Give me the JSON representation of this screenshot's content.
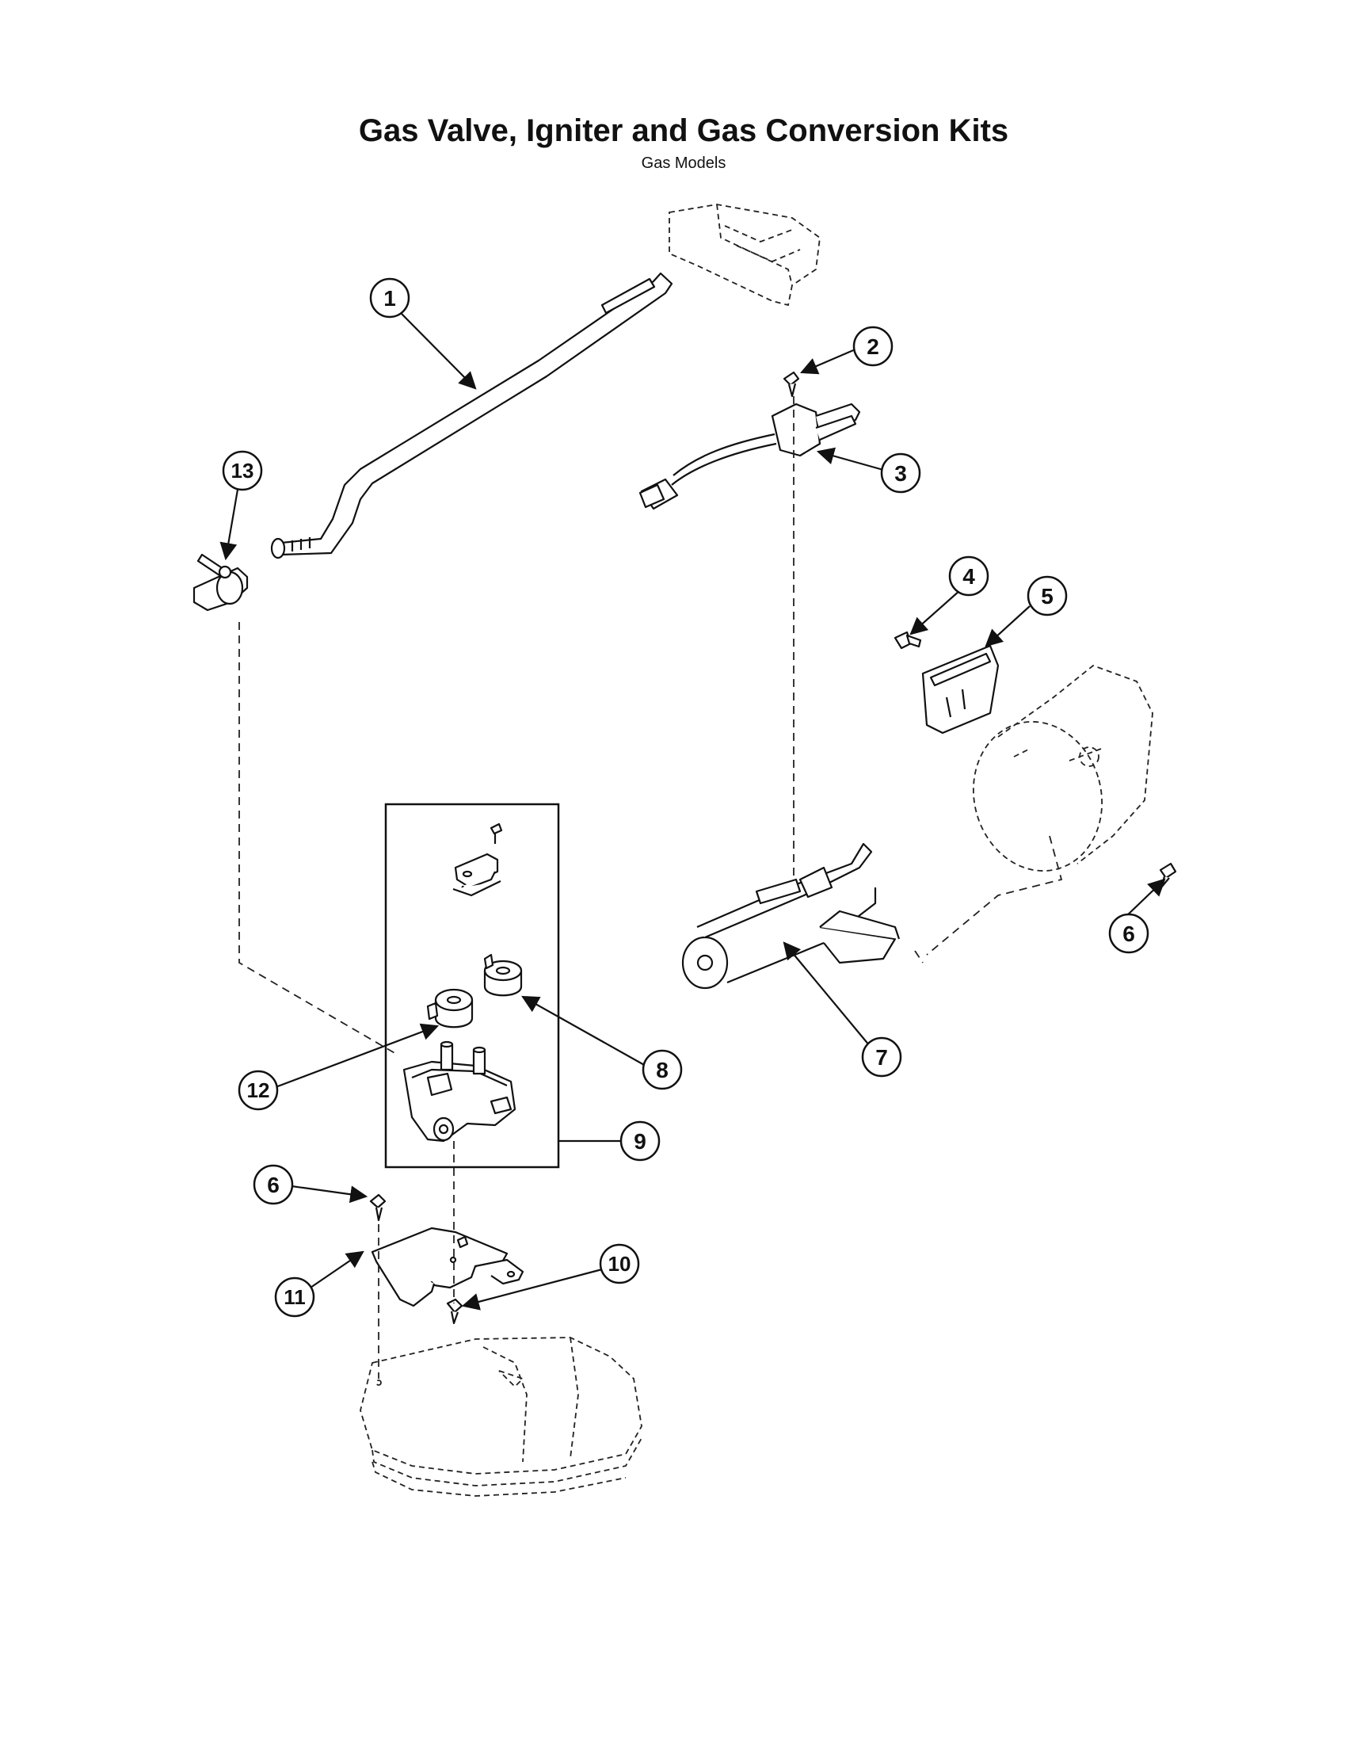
{
  "title": "Gas Valve, Igniter and Gas Conversion Kits",
  "subtitle": "Gas Models",
  "callouts": [
    "1",
    "2",
    "3",
    "4",
    "5",
    "6",
    "7",
    "8",
    "9",
    "10",
    "11",
    "12",
    "13",
    "6"
  ]
}
